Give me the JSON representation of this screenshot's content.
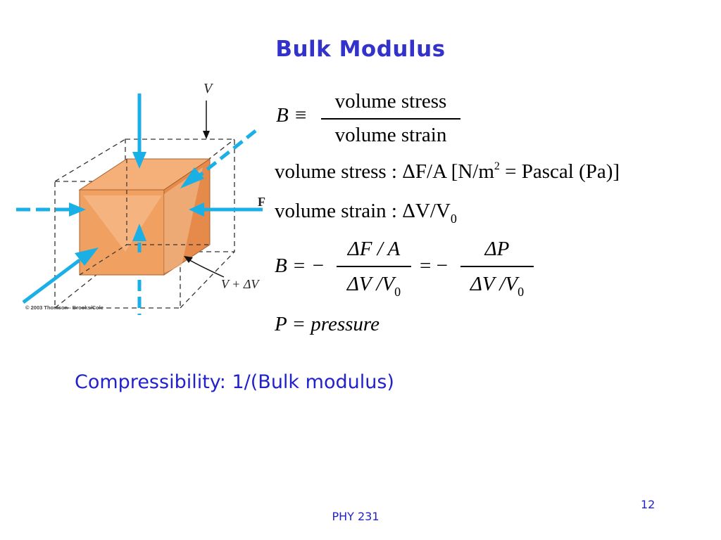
{
  "slide": {
    "title": "Bulk Modulus",
    "figure": {
      "label_v_top": "V",
      "label_force": "F",
      "label_v_bottom": "V + ΔV",
      "copyright": "© 2003 Thomson - Brooks/Cole",
      "colors": {
        "cube": "#f0a060",
        "arrows": "#1ab0e6",
        "dashed": "#333333"
      }
    },
    "equations": {
      "def_lhs": "B ≡",
      "def_num": "volume stress",
      "def_den": "volume strain",
      "stress_label": "volume stress : ΔF/A  [N/m",
      "stress_exp": "2",
      "stress_rest": " = Pascal (Pa)]",
      "strain_label": "volume strain : ΔV/V",
      "strain_sub": "0",
      "b_lhs": "B = −",
      "f1_num": "ΔF / A",
      "f1_den": "ΔV /V",
      "f1_den_sub": "0",
      "mid": "= −",
      "f2_num": "ΔP",
      "f2_den": "ΔV /V",
      "f2_den_sub": "0",
      "p_def": "P = pressure"
    },
    "compressibility": "Compressibility: 1/(Bulk modulus)",
    "footer": "PHY 231",
    "page_number": "12",
    "colors": {
      "title": "#3333cc",
      "text_blue": "#2222cc"
    }
  }
}
